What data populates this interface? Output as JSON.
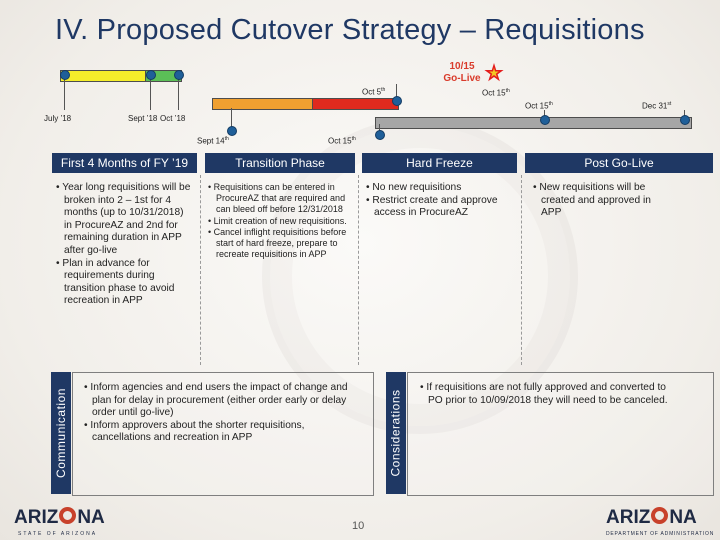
{
  "slide": {
    "title": "IV. Proposed Cutover Strategy – Requisitions",
    "page_number": "10"
  },
  "timeline": {
    "go_live": {
      "date": "10/15",
      "label": "Go-Live"
    },
    "labels": {
      "july": "July ’18",
      "sept": "Sept ’18",
      "oct18": "Oct ’18",
      "oct5": "Oct 5",
      "oct5_sup": "th",
      "oct15_top": "Oct 15",
      "oct15_top_sup": "th",
      "oct15_right": "Oct 15",
      "oct15_right_sup": "th",
      "dec31": "Dec 31",
      "dec31_sup": "st",
      "sept14": "Sept 14",
      "sept14_sup": "th",
      "oct15_low": "Oct 15",
      "oct15_low_sup": "th"
    },
    "colors": {
      "yellow": "#f5ee2a",
      "green": "#5bbf57",
      "orange": "#f0a030",
      "red": "#e02a1e",
      "gray": "#a6a6a6",
      "marker": "#1f5f99"
    }
  },
  "phases": [
    {
      "title": "First 4 Months of FY ’19",
      "items": [
        "Year long requisitions will be broken into 2 – 1st for 4 months (up to 10/31/2018) in ProcureAZ and 2nd for remaining duration in APP after go-live",
        "Plan in advance for requirements during transition phase to avoid recreation in APP"
      ]
    },
    {
      "title": "Transition Phase",
      "items": [
        "Requisitions can be entered in ProcureAZ that are required and can bleed off before 12/31/2018",
        "Limit creation of new requisitions.",
        "Cancel inflight requisitions before start of hard freeze, prepare to recreate requisitions in APP"
      ]
    },
    {
      "title": "Hard Freeze",
      "items": [
        "No new requisitions",
        "Restrict create and approve access in ProcureAZ"
      ]
    },
    {
      "title": "Post Go-Live",
      "items": [
        "New requisitions will be created and approved in APP"
      ]
    }
  ],
  "communication": {
    "tab_label": "Communication",
    "items": [
      "Inform agencies and end users the impact of change and plan for delay in procurement (either order early or delay order until go-live)",
      "Inform approvers about the shorter requisitions, cancellations and recreation in APP"
    ]
  },
  "considerations": {
    "tab_label": "Considerations",
    "items": [
      "If requisitions are not fully approved and converted to PO prior to 10/09/2018 they will need to be canceled."
    ]
  },
  "footer": {
    "logo_left": {
      "pre": "ARIZ",
      "post": "NA",
      "sub": "STATE OF ARIZONA"
    },
    "logo_right": {
      "pre": "ARIZ",
      "post": "NA",
      "sub": "DEPARTMENT OF ADMINISTRATION"
    }
  }
}
